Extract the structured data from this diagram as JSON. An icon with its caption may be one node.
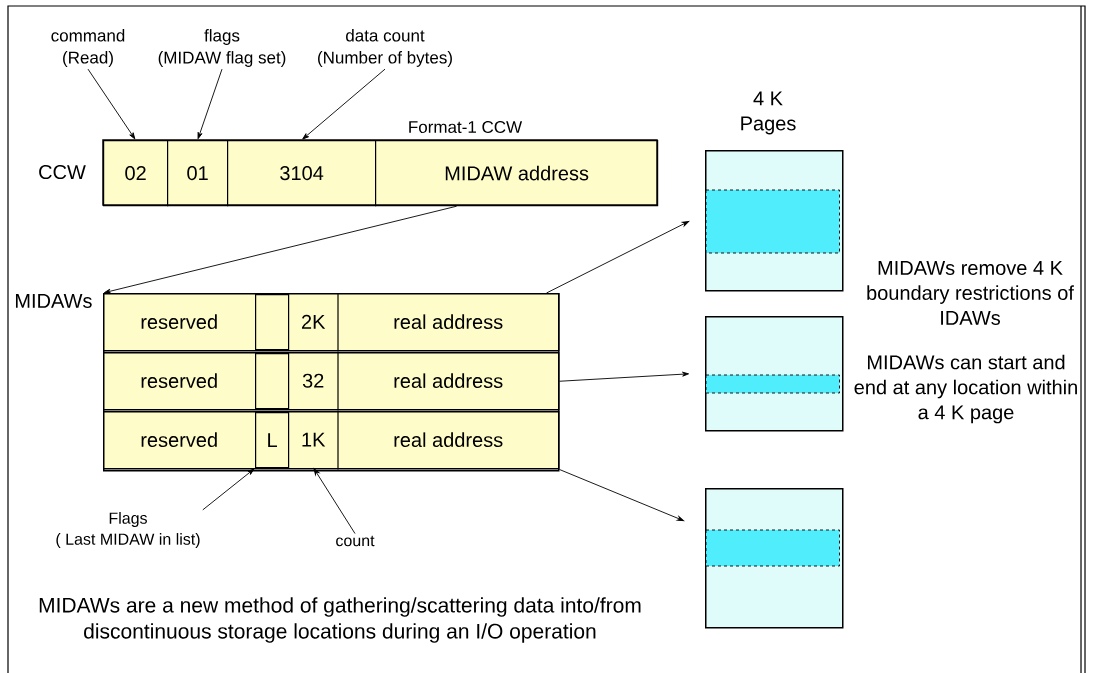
{
  "diagram": {
    "nodes": [
      {
        "text": [
          "command",
          "(Read)"
        ]
      },
      {
        "text": [
          "flags",
          "(MIDAW flag set)"
        ]
      },
      {
        "text": [
          "data count",
          "(Number of bytes)"
        ]
      },
      {
        "text": [
          "02"
        ]
      },
      {
        "text": [
          "01"
        ]
      },
      {
        "text": [
          "3104"
        ]
      },
      {
        "text": [
          "MIDAW address"
        ]
      },
      {
        "text": [
          "MIDAWs"
        ]
      },
      {
        "text": [],
        "shape": "box",
        "in": 7
      },
      {
        "text": [
          "reserved"
        ],
        "in": 8
      },
      {
        "text": [],
        "shape": "box",
        "in": 8
      },
      {
        "text": [
          "2K"
        ],
        "in": 8
      },
      {
        "text": [
          "real address"
        ],
        "in": 8
      },
      {
        "text": [],
        "shape": "box",
        "in": 7
      },
      {
        "text": [
          "reserved"
        ],
        "in": 13
      },
      {
        "text": [],
        "shape": "box",
        "in": 13
      },
      {
        "text": [
          "32"
        ],
        "in": 13
      },
      {
        "text": [
          "real address"
        ],
        "in": 13
      },
      {
        "text": [],
        "shape": "box",
        "in": 7
      },
      {
        "text": [
          "reserved"
        ],
        "in": 18
      },
      {
        "text": [
          "L"
        ],
        "in": 18
      },
      {
        "text": [
          "1K"
        ],
        "in": 18
      },
      {
        "text": [
          "real address"
        ],
        "in": 18
      },
      {
        "text": [],
        "shape": "box"
      },
      {
        "text": [],
        "shape": "box"
      },
      {
        "text": [],
        "shape": "box"
      },
      {
        "text": [
          "Flags",
          "( Last MIDAW in list)"
        ]
      },
      {
        "text": [
          "count"
        ]
      }
    ],
    "edges": [
      {
        "from": 0,
        "to": 3,
        "arrow": "to"
      },
      {
        "from": 1,
        "to": 4,
        "arrow": "to"
      },
      {
        "from": 2,
        "to": 5,
        "arrow": "to"
      },
      {
        "from": 6,
        "to": 7,
        "arrow": "to"
      },
      {
        "from": 8,
        "to": 23,
        "arrow": "to"
      },
      {
        "from": 13,
        "to": 24,
        "arrow": "to"
      },
      {
        "from": 18,
        "to": 25,
        "arrow": "to"
      },
      {
        "from": 26,
        "to": 20,
        "arrow": "to"
      },
      {
        "from": 27,
        "to": 21,
        "arrow": "to"
      }
    ],
    "labels": [
      "CCW",
      "Format-1 CCW",
      "4 K Pages",
      "MIDAWs remove 4 K boundary restrictions of IDAWs",
      "MIDAWs can start and end at any location within a 4 K page",
      "MIDAWs are a new method of gathering/scattering data into/from discontinuous storage locations during an I/O operation"
    ]
  }
}
